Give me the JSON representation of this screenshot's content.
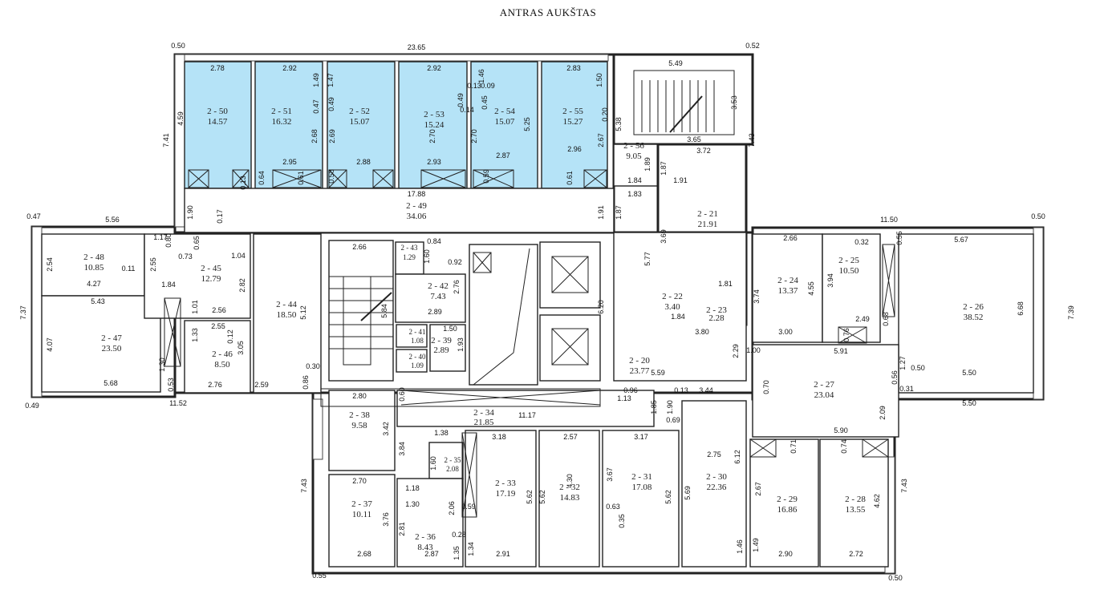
{
  "title": "ANTRAS AUKŠTAS",
  "colors": {
    "highlight": "#b5e3f7",
    "wall": "#222222"
  },
  "rooms": {
    "r250": {
      "id": "2 - 50",
      "area": "14.57"
    },
    "r251": {
      "id": "2 - 51",
      "area": "16.32"
    },
    "r252": {
      "id": "2 - 52",
      "area": "15.07"
    },
    "r253": {
      "id": "2 - 53",
      "area": "15.24"
    },
    "r254": {
      "id": "2 - 54",
      "area": "15.07"
    },
    "r255": {
      "id": "2 - 55",
      "area": "15.27"
    },
    "r249": {
      "id": "2 - 49",
      "area": "34.06"
    },
    "r256": {
      "id": "2 - 56",
      "area": "9.05"
    },
    "r221": {
      "id": "2 - 21",
      "area": "21.91"
    },
    "r222": {
      "id": "2 - 22",
      "area": "3.40"
    },
    "r223": {
      "id": "2 - 23",
      "area": "2.28"
    },
    "r248": {
      "id": "2 - 48",
      "area": "10.85"
    },
    "r245": {
      "id": "2 - 45",
      "area": "12.79"
    },
    "r244": {
      "id": "2 - 44",
      "area": "18.50"
    },
    "r247": {
      "id": "2 - 47",
      "area": "23.50"
    },
    "r246": {
      "id": "2 - 46",
      "area": "8.50"
    },
    "r243": {
      "id": "2 - 43",
      "area": "1.29"
    },
    "r242": {
      "id": "2 - 42",
      "area": "7.43"
    },
    "r241": {
      "id": "2 - 41",
      "area": "1.08"
    },
    "r239": {
      "id": "2 - 39",
      "area": "2.89"
    },
    "r240": {
      "id": "2 - 40",
      "area": "1.09"
    },
    "r220": {
      "id": "2 - 20",
      "area": "23.77"
    },
    "r224": {
      "id": "2 - 24",
      "area": "13.37"
    },
    "r225": {
      "id": "2 - 25",
      "area": "10.50"
    },
    "r226": {
      "id": "2 - 26",
      "area": "38.52"
    },
    "r227": {
      "id": "2 - 27",
      "area": "23.04"
    },
    "r238": {
      "id": "2 - 38",
      "area": "9.58"
    },
    "r234": {
      "id": "2 - 34",
      "area": "21.85"
    },
    "r235": {
      "id": "2 - 35",
      "area": "2.08"
    },
    "r237": {
      "id": "2 - 37",
      "area": "10.11"
    },
    "r236": {
      "id": "2 - 36",
      "area": "8.43"
    },
    "r233": {
      "id": "2 - 33",
      "area": "17.19"
    },
    "r232": {
      "id": "2 - 32",
      "area": "14.83"
    },
    "r231": {
      "id": "2 - 31",
      "area": "17.08"
    },
    "r230": {
      "id": "2 - 30",
      "area": "22.36"
    },
    "r229": {
      "id": "2 - 29",
      "area": "16.86"
    },
    "r228": {
      "id": "2 - 28",
      "area": "13.55"
    }
  },
  "dims": [
    "0.50",
    "23.65",
    "0.52",
    "2.78",
    "2.92",
    "2.92",
    "2.83",
    "5.49",
    "4.59",
    "7.41",
    "1.49",
    "1.47",
    "1.46",
    "1.50",
    "3.53",
    "2.68",
    "2.69",
    "2.70",
    "2.70",
    "5.25",
    "2.67",
    "5.38",
    "2.95",
    "2.88",
    "2.93",
    "2.87",
    "2.96",
    "3.65",
    "7.43",
    "17.88",
    "1.90",
    "1.91",
    "1.87",
    "3.72",
    "1.84",
    "1.83",
    "1.91",
    "1.87",
    "1.89",
    "0.47",
    "5.56",
    "11.50",
    "0.50",
    "2.54",
    "4.27",
    "5.43",
    "7.37",
    "4.07",
    "5.68",
    "0.49",
    "11.52",
    "2.55",
    "1.84",
    "2.56",
    "2.55",
    "2.76",
    "2.59",
    "0.30",
    "0.86",
    "2.82",
    "5.12",
    "2.66",
    "5.84",
    "0.84",
    "1.60",
    "0.92",
    "2.76",
    "2.89",
    "1.50",
    "1.93",
    "6.20",
    "5.77",
    "3.69",
    "1.81",
    "1.84",
    "3.80",
    "2.66",
    "2.49",
    "5.67",
    "3.74",
    "4.55",
    "3.94",
    "3.00",
    "5.91",
    "6.68",
    "7.39",
    "5.50",
    "5.50",
    "5.59",
    "2.29",
    "0.50",
    "1.27",
    "5.90",
    "2.09",
    "0.96",
    "0.13",
    "3.44",
    "1.13",
    "11.17",
    "1.85",
    "1.90",
    "0.69",
    "2.80",
    "3.42",
    "3.84",
    "1.38",
    "3.18",
    "2.57",
    "3.17",
    "2.70",
    "1.18",
    "1.30",
    "1.60",
    "2.06",
    "3.76",
    "2.81",
    "2.68",
    "2.87",
    "2.91",
    "5.62",
    "5.62",
    "4.30",
    "3.67",
    "5.62",
    "5.69",
    "2.75",
    "6.12",
    "2.67",
    "4.62",
    "2.90",
    "2.72",
    "0.55",
    "0.50",
    "7.43",
    "7.43",
    "1.34",
    "1.35",
    "1.46",
    "1.49",
    "0.63",
    "0.35",
    "0.59",
    "0.28",
    "0.74",
    "0.71",
    "0.76",
    "0.68",
    "0.32",
    "0.55",
    "0.70",
    "0.56",
    "0.31",
    "1.00",
    "0.65",
    "1.04",
    "0.73",
    "0.80",
    "1.17",
    "0.11",
    "1.01",
    "1.33",
    "0.12",
    "3.05",
    "1.30",
    "0.53",
    "0.17",
    "0.13",
    "0.20",
    "0.45",
    "0.49",
    "0.14",
    "0.09",
    "0.13",
    "0.49",
    "0.47",
    "0.64",
    "0.61",
    "0.58",
    "0.59",
    "0.61",
    "0.60"
  ]
}
